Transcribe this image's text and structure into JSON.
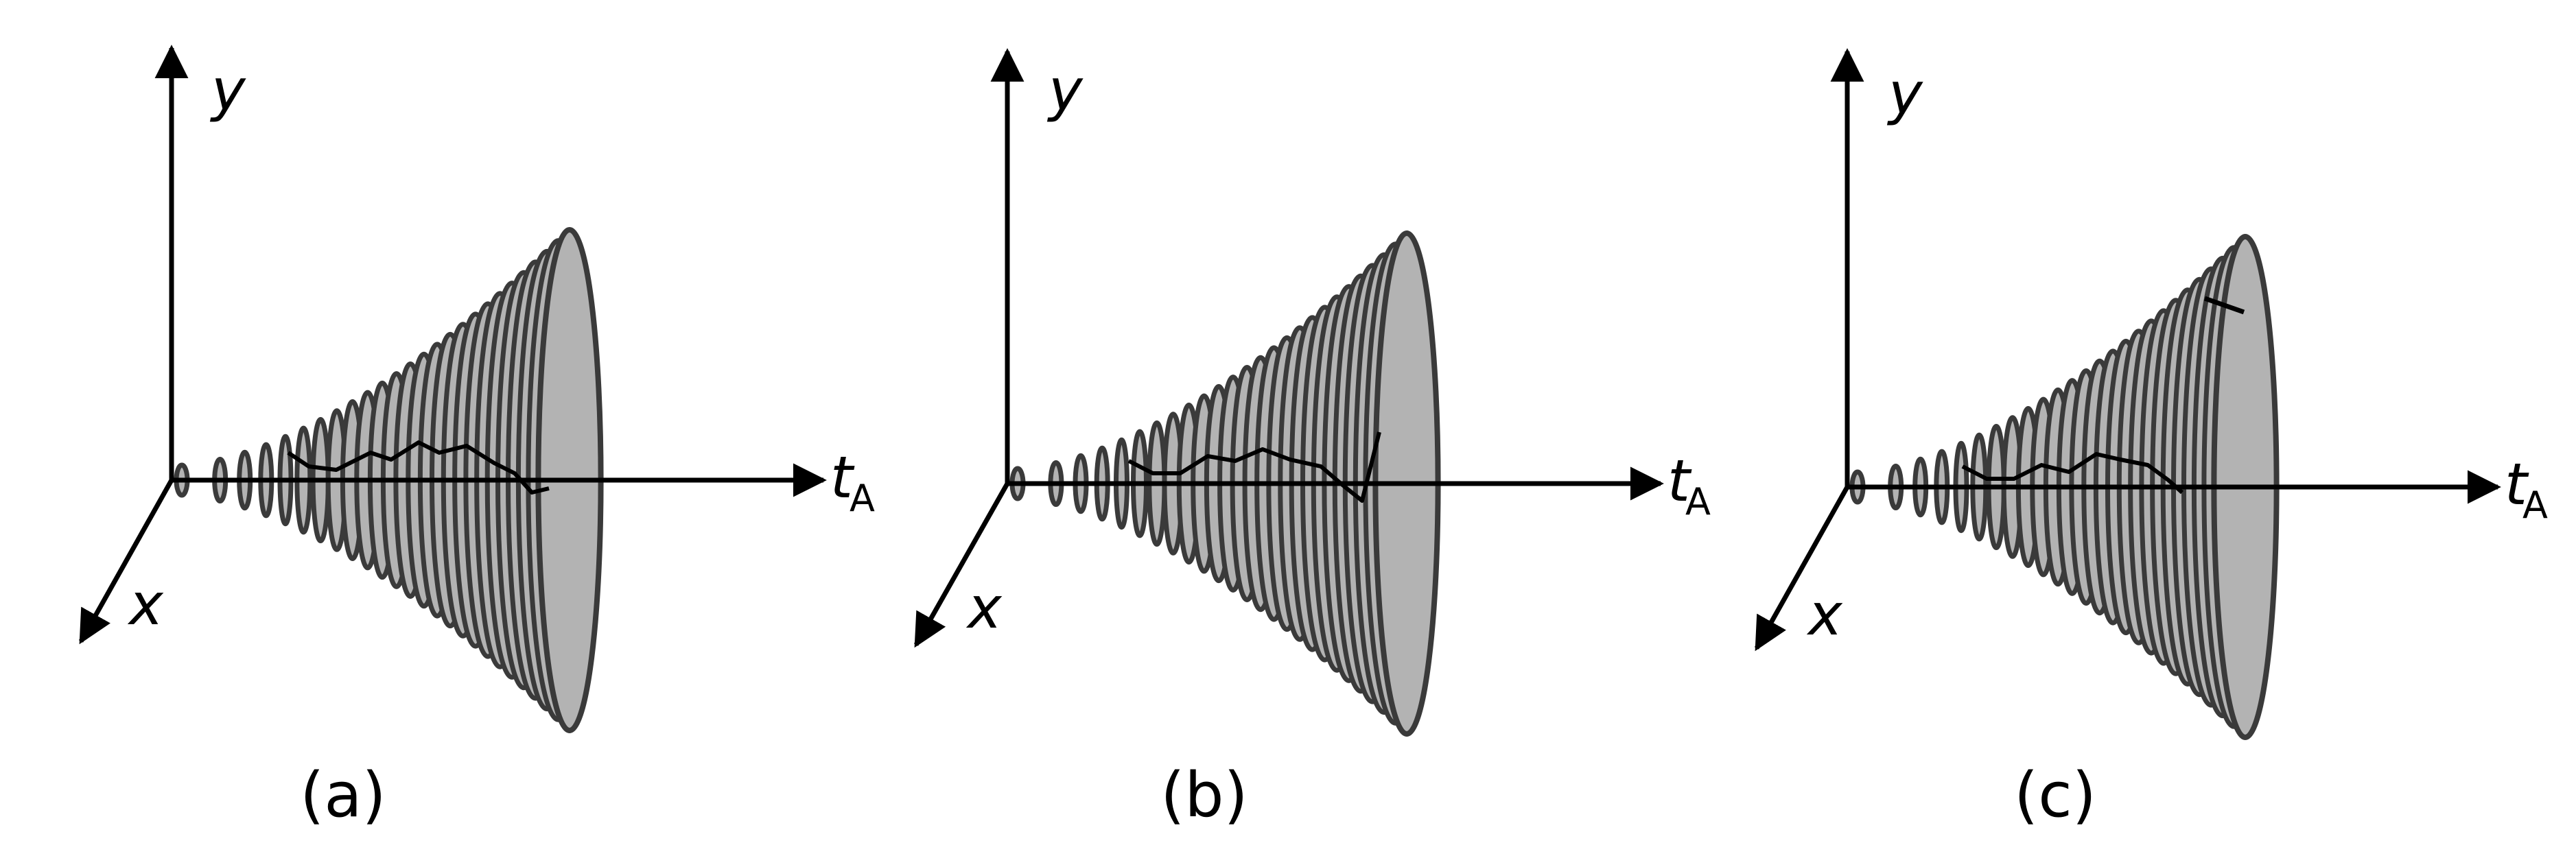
{
  "colors": {
    "axis": "#000000",
    "cone_fill": "#b3b3b3",
    "cone_stroke": "#3a3a3a",
    "trajectory": "#000000",
    "background": "#ffffff"
  },
  "panels": [
    {
      "caption": "(a)",
      "axis_labels": {
        "y": "y",
        "x": "x",
        "t": "t",
        "t_sub": "A"
      }
    },
    {
      "caption": "(b)",
      "axis_labels": {
        "y": "y",
        "x": "x",
        "t": "t",
        "t_sub": "A"
      }
    },
    {
      "caption": "(c)",
      "axis_labels": {
        "y": "y",
        "x": "x",
        "t": "t",
        "t_sub": "A"
      }
    }
  ]
}
